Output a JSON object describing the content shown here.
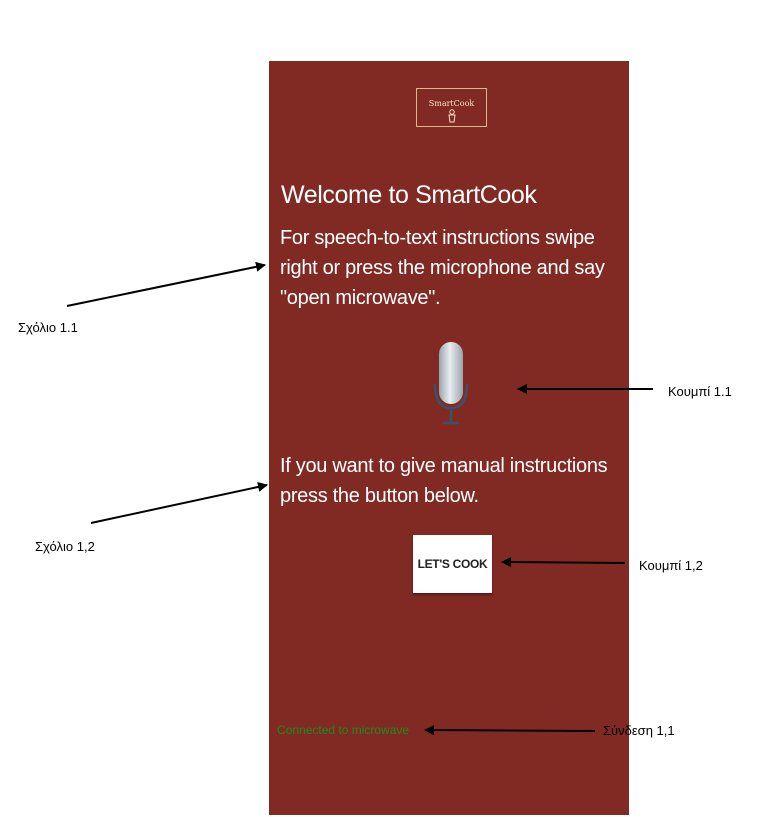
{
  "app": {
    "logo_text": "SmartCook",
    "welcome_title": "Welcome to SmartCook",
    "speech_instructions": "For speech-to-text instructions swipe right or press the microphone and say \"open microwave\".",
    "manual_instructions": "If you want to give manual instructions press the button below.",
    "cook_button_label": "LET'S COOK",
    "connection_status": "Connected to microwave",
    "mic_icon": "microphone-icon",
    "colors": {
      "background": "#802a23",
      "status": "#1f8a1f",
      "text": "#ffffff"
    }
  },
  "annotations": {
    "comment_1": "Σχόλιο 1.1",
    "comment_2": "Σχόλιο 1,2",
    "button_1": "Κουμπί 1.1",
    "button_2": "Κουμπί 1,2",
    "connection_1": "Σύνδεση 1,1"
  }
}
